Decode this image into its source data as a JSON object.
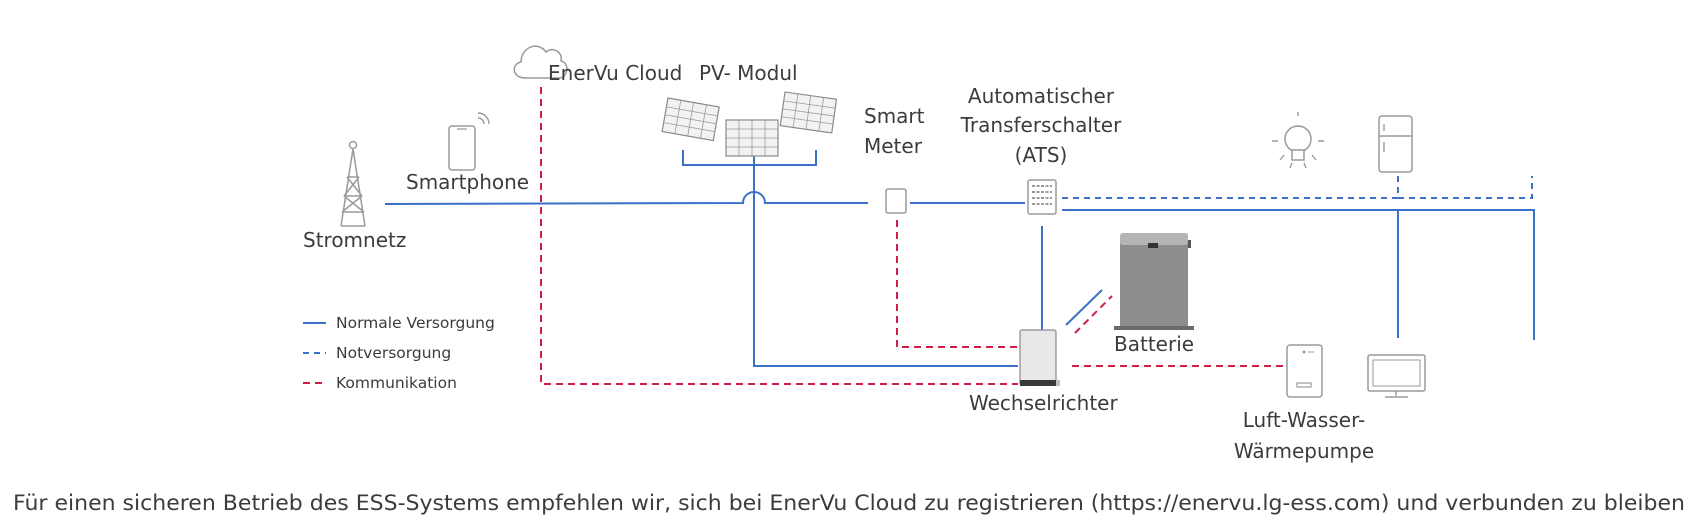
{
  "labels": {
    "cloud": "EnerVu Cloud",
    "pv": "PV- Modul",
    "smartphone": "Smartphone",
    "grid": "Stromnetz",
    "smart_meter_line1": "Smart",
    "smart_meter_line2": "Meter",
    "ats_line1": "Automatischer",
    "ats_line2": "Transferschalter",
    "ats_line3": "(ATS)",
    "battery": "Batterie",
    "inverter": "Wechselrichter",
    "heatpump_line1": "Luft-Wasser-",
    "heatpump_line2": "Wärmepumpe"
  },
  "legend": {
    "normal": "Normale Versorgung",
    "emergency": "Notversorgung",
    "communication": "Kommunikation"
  },
  "footer": "Für einen sicheren Betrieb des ESS-Systems empfehlen wir, sich bei EnerVu Cloud zu registrieren (https://enervu.lg-ess.com) und verbunden zu bleiben",
  "colors": {
    "normal_supply": "#3a72c8",
    "emergency_supply": "#3a72c8",
    "communication": "#d01f45",
    "icon_gray": "#9a9a9a"
  },
  "icons": [
    "cloud-icon",
    "solar-panel-icon",
    "smartphone-icon",
    "transmission-tower-icon",
    "smart-meter-icon",
    "ats-icon",
    "battery-icon",
    "inverter-icon",
    "heat-pump-icon",
    "light-bulb-icon",
    "refrigerator-icon",
    "monitor-icon"
  ]
}
